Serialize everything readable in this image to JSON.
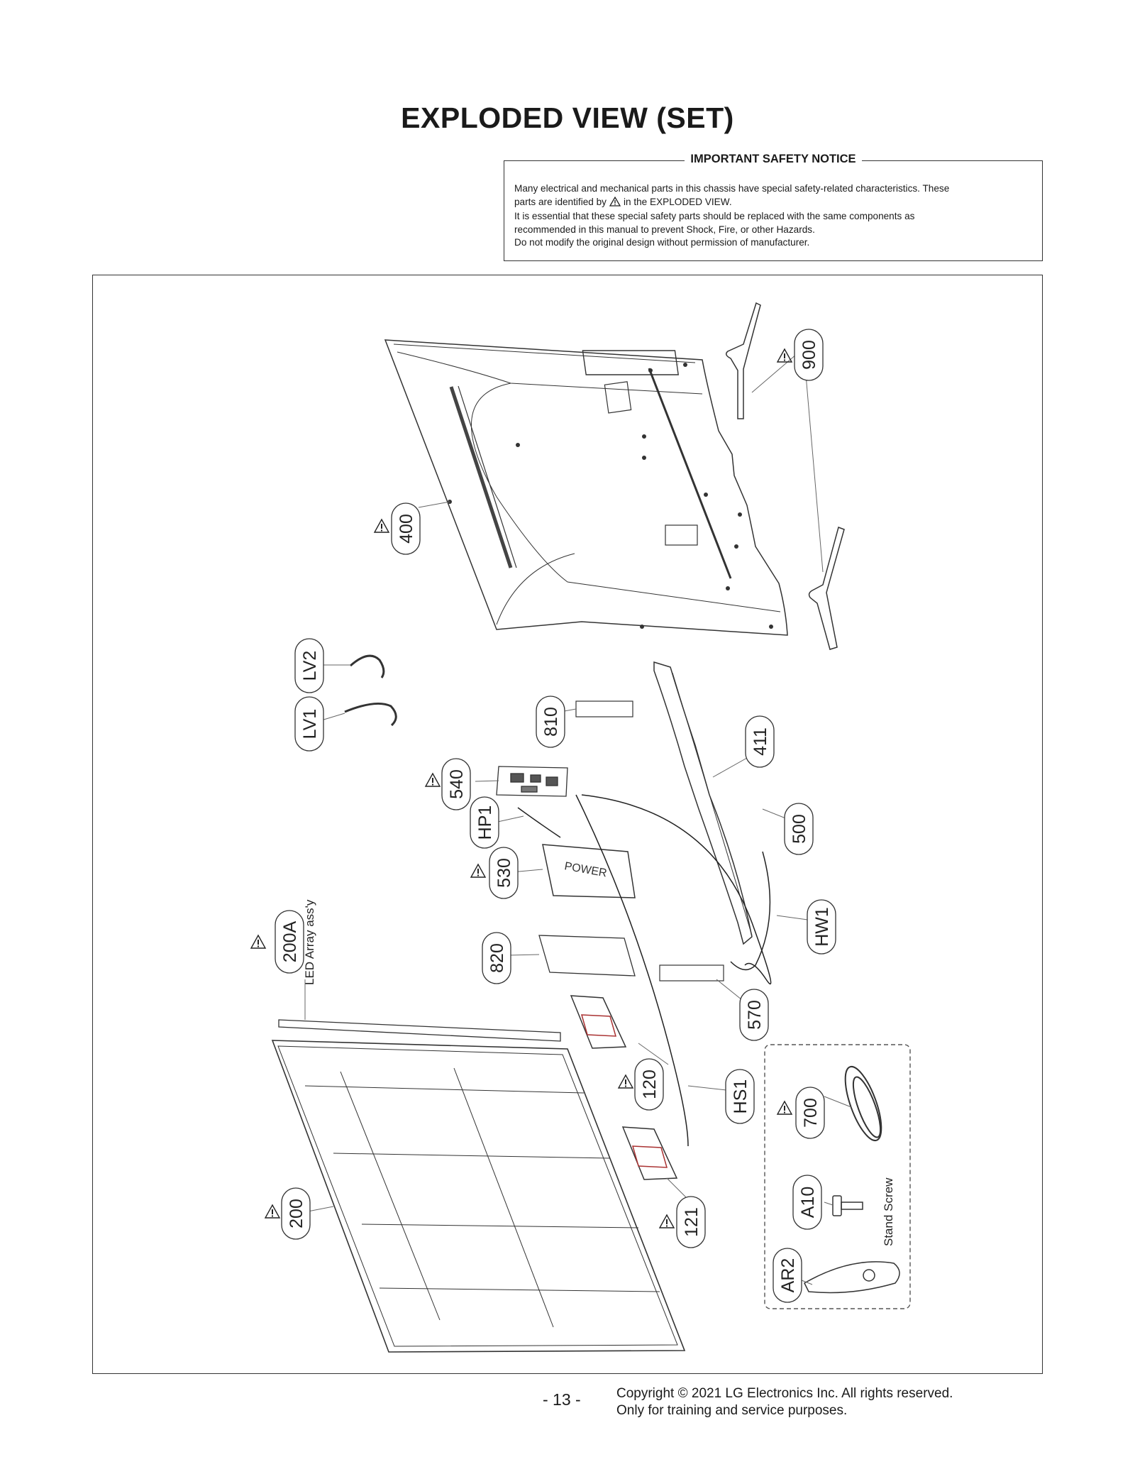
{
  "page": {
    "title": "EXPLODED VIEW (SET)",
    "page_number": "- 13 -",
    "copyright_line1": "Copyright © 2021 LG Electronics Inc. All rights reserved.",
    "copyright_line2": "Only for training and service purposes."
  },
  "notice": {
    "heading": "IMPORTANT SAFETY NOTICE",
    "line1": "Many electrical and mechanical parts in this chassis have special safety-related characteristics. These",
    "line2a": "parts are identified by",
    "line2b": "in the EXPLODED VIEW.",
    "line3": "It is essential that these special safety parts should be replaced with the same components as",
    "line4": "recommended in this manual to prevent Shock, Fire, or other Hazards.",
    "line5": "Do not modify the original design without permission of manufacturer."
  },
  "callouts": {
    "c900": "900",
    "c400": "400",
    "lv2": "LV2",
    "lv1": "LV1",
    "c810": "810",
    "c411": "411",
    "c540": "540",
    "hp1": "HP1",
    "c500": "500",
    "c530": "530",
    "hw1": "HW1",
    "c200a": "200A",
    "c820": "820",
    "c570": "570",
    "c120": "120",
    "hs1": "HS1",
    "c700": "700",
    "c200": "200",
    "a10": "A10",
    "c121": "121",
    "ar2": "AR2"
  },
  "labels": {
    "led_array": "LED Array ass'y",
    "stand_screw": "Stand Screw",
    "power_board": "POWER"
  },
  "icons": {
    "safety": "warning-triangle-icon"
  }
}
